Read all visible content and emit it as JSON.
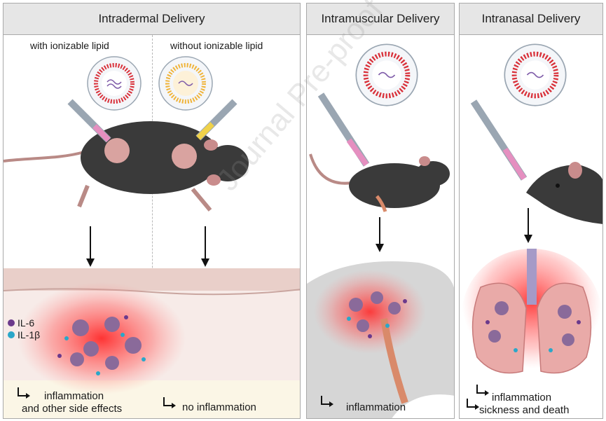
{
  "panels": {
    "intradermal": {
      "title": "Intradermal Delivery",
      "with_label": "with ionizable lipid",
      "without_label": "without ionizable lipid",
      "outcome_with": [
        "inflammation",
        "and other side effects"
      ],
      "outcome_without": "no inflammation"
    },
    "intramuscular": {
      "title": "Intramuscular Delivery",
      "outcome": "inflammation"
    },
    "intranasal": {
      "title": "Intranasal Delivery",
      "outcome": [
        "inflammation",
        "sickness and death"
      ]
    }
  },
  "legend": [
    {
      "label": "IL-6",
      "color": "#6b3a8c"
    },
    {
      "label": "IL-1β",
      "color": "#2aa7c9"
    }
  ],
  "watermark": "Journal Pre-proof",
  "colors": {
    "mouse": "#3a3a3a",
    "inflammation": "#ff3b3b",
    "lnp_lipid": "#d9313a",
    "lnp_no_ionizable": "#f0b43a"
  }
}
